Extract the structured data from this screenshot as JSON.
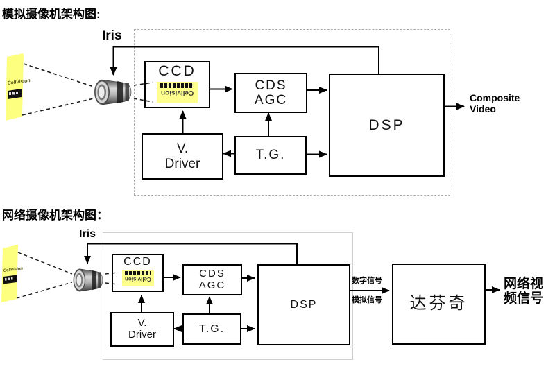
{
  "analog": {
    "title": "模拟摄像机架构图:",
    "iris": "Iris",
    "logo": "Cellvision",
    "sensor_text": "Cellvision",
    "blocks": {
      "ccd": "CCD",
      "cds1": "CDS",
      "cds2": "AGC",
      "dsp": "DSP",
      "vd1": "V.",
      "vd2": "Driver",
      "tg": "T.G."
    },
    "output1": "Composite",
    "output2": "Video"
  },
  "network": {
    "title": "网络摄像机架构图：",
    "iris": "Iris",
    "logo": "Cellvision",
    "sensor_text": "Cellvision",
    "blocks": {
      "ccd": "CCD",
      "cds1": "CDS",
      "cds2": "AGC",
      "dsp": "DSP",
      "vd1": "V.",
      "vd2": "Driver",
      "tg": "T.G.",
      "davinci": "达芬奇"
    },
    "signal_digital": "数字信号",
    "signal_analog": "模拟信号",
    "output1": "网络视",
    "output2": "频信号"
  },
  "colors": {
    "card_yellow": "#fdff7e",
    "sensor_yellow": "#ffff8e",
    "line_black": "#000000",
    "container_dashed_gray": "#aaaaaa",
    "container_light_gray": "#cfcfcf"
  }
}
